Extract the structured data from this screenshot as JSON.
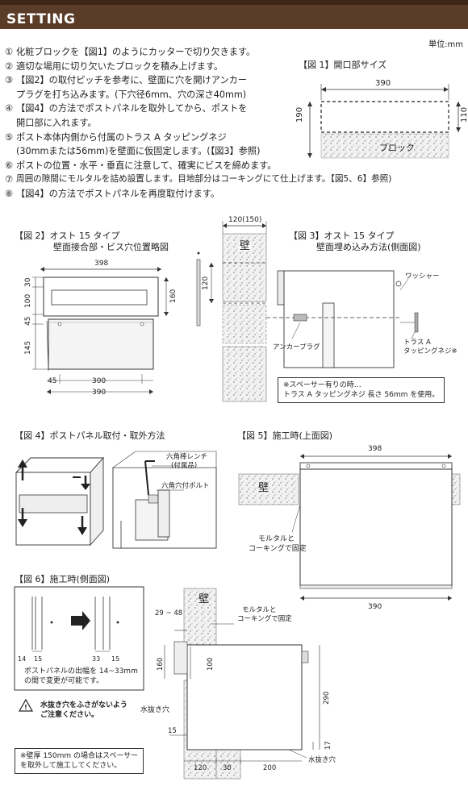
{
  "header": {
    "title": "SETTING"
  },
  "unit_label": "単位:mm",
  "steps": [
    {
      "num": "①",
      "text": "化粧ブロックを【図1】のようにカッターで切り欠きます。"
    },
    {
      "num": "②",
      "text": "適切な場用に切り欠いたブロックを積み上げます。"
    },
    {
      "num": "③",
      "text": "【図2】の取付ピッチを参考に、壁面に穴を開けアンカー",
      "cont": "プラグを打ち込みます。(下穴径6mm、穴の深さ40mm)"
    },
    {
      "num": "④",
      "text": "【図4】の方法でポストパネルを取外してから、ポストを",
      "cont": "開口部に入れます。"
    },
    {
      "num": "⑤",
      "text": "ポスト本体内側から付属のトラス A タッピングネジ",
      "cont": "(30mmまたは56mm)を壁面に仮固定します。(【図3】参照)"
    },
    {
      "num": "⑥",
      "text": "ポストの位置・水平・垂直に注意して、確実にビスを締めます。"
    },
    {
      "num": "⑦",
      "text": "周囲の隙間にモルタルを詰め設置します。目地部分はコーキングにて仕上げます。【図5、6】参照)"
    },
    {
      "num": "⑧",
      "text": "【図4】の方法でポストパネルを再度取付けます。"
    }
  ],
  "fig1": {
    "title": "【図 1】開口部サイズ",
    "width": "390",
    "height_left": "190",
    "height_right": "110",
    "block_label": "ブロック"
  },
  "fig2": {
    "title": "【図 2】オスト 15 タイプ",
    "subtitle": "壁面接合部・ビス穴位置略図",
    "dim_top": "398",
    "dim_30": "30",
    "dim_100": "100",
    "dim_45": "45",
    "dim_145": "145",
    "dim_160": "160",
    "dim_bottom_45": "45",
    "dim_300": "300",
    "dim_390": "390"
  },
  "wall_side": {
    "dim_top": "120(150)",
    "wall_label": "壁",
    "dim_120": "120"
  },
  "fig3": {
    "title": "【図 3】オスト 15 タイプ",
    "subtitle": "壁面埋め込み方法(側面図)",
    "washer": "ワッシャー",
    "anchor": "アンカープラグ",
    "screw_line1": "トラス A",
    "screw_line2": "タッピングネジ※",
    "note_line1": "※スペーサー有りの時…",
    "note_line2": "トラス A タッピングネジ 長さ 56mm を使用。"
  },
  "fig4": {
    "title": "【図 4】ポストパネル取付・取外方法",
    "wrench_line1": "六角棒レンチ",
    "wrench_line2": "(付属品)",
    "bolt": "六角穴付ボルト"
  },
  "fig5": {
    "title": "【図 5】施工時(上面図)",
    "dim_top": "398",
    "dim_bottom": "390",
    "wall_label": "壁",
    "mortar_line1": "モルタルと",
    "mortar_line2": "コーキングで固定"
  },
  "fig6": {
    "title": "【図 6】施工時(側面図)",
    "dim_left_14": "14",
    "dim_left_15": "15",
    "dim_right_33": "33",
    "dim_right_15": "15",
    "panel_note_line1": "ポストパネルの出幅を 14~33mm",
    "panel_note_line2": "の間で変更が可能です。",
    "warn_line1": "水抜き穴をふさがないよう",
    "warn_line2": "ご注意ください。",
    "drain_label": "水抜き穴",
    "spacer_note_line1": "※壁厚 150mm の場合はスペーサー",
    "spacer_note_line2": "を取外して施工してください。",
    "dim_29_48": "29 ~ 48",
    "wall_label": "壁",
    "mortar_line1": "モルタルと",
    "mortar_line2": "コーキングで固定",
    "dim_160": "160",
    "dim_100": "100",
    "dim_290": "290",
    "dim_15": "15",
    "dim_17": "17",
    "dim_120": "120",
    "dim_30": "30",
    "dim_200": "200",
    "drain_bottom": "水抜き穴"
  }
}
